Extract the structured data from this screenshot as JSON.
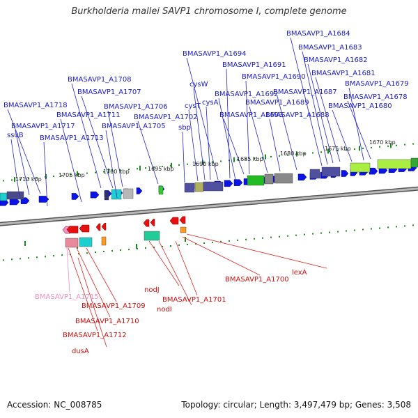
{
  "title": "Burkholderia mallei SAVP1 chromosome I, complete genome",
  "footer": {
    "accession": "Accession: NC_008785",
    "summary": "Topology: circular; Length: 3,497,479 bp; Genes: 3,508"
  },
  "colors": {
    "forward_gene": "#0a14e6",
    "reverse_gene": "#e61010",
    "pseudogene": "#f090c0",
    "backbone": "#8a8a8a",
    "tick": "#1a8a1a",
    "forward_label": "#1a1acc",
    "reverse_label": "#cc1010"
  },
  "scale_labels": [
    "1710 kbp",
    "1705 kbp",
    "1700 kbp",
    "1695 kbp",
    "1690 kbp",
    "1685 kbp",
    "1680 kbp",
    "1675 kbp",
    "1670 kbp"
  ],
  "forward_labels": [
    "ssuB",
    "BMASAVP1_A1718",
    "BMASAVP1_A1717",
    "BMASAVP1_A1713",
    "BMASAVP1_A1711",
    "BMASAVP1_A1708",
    "BMASAVP1_A1707",
    "BMASAVP1_A1706",
    "BMASAVP1_A1705",
    "BMASAVP1_A1702",
    "sbp",
    "cysT",
    "cysW",
    "cysA",
    "BMASAVP1_A1694",
    "BMASAVP1_A1691",
    "BMASAVP1_A1692",
    "BMASAVP1_A1693",
    "BMASAVP1_A1690",
    "BMASAVP1_A1689",
    "BMASAVP1_A1688",
    "BMASAVP1_A1687",
    "BMASAVP1_A1684",
    "BMASAVP1_A1683",
    "BMASAVP1_A1682",
    "BMASAVP1_A1681",
    "BMASAVP1_A1679",
    "BMASAVP1_A1678",
    "BMASAVP1_A1680"
  ],
  "reverse_labels": [
    "BMASAVP1_A1715",
    "BMASAVP1_A1709",
    "BMASAVP1_A1710",
    "BMASAVP1_A1712",
    "dusA",
    "nodJ",
    "nodI",
    "BMASAVP1_A1701",
    "BMASAVP1_A1700",
    "lexA"
  ]
}
